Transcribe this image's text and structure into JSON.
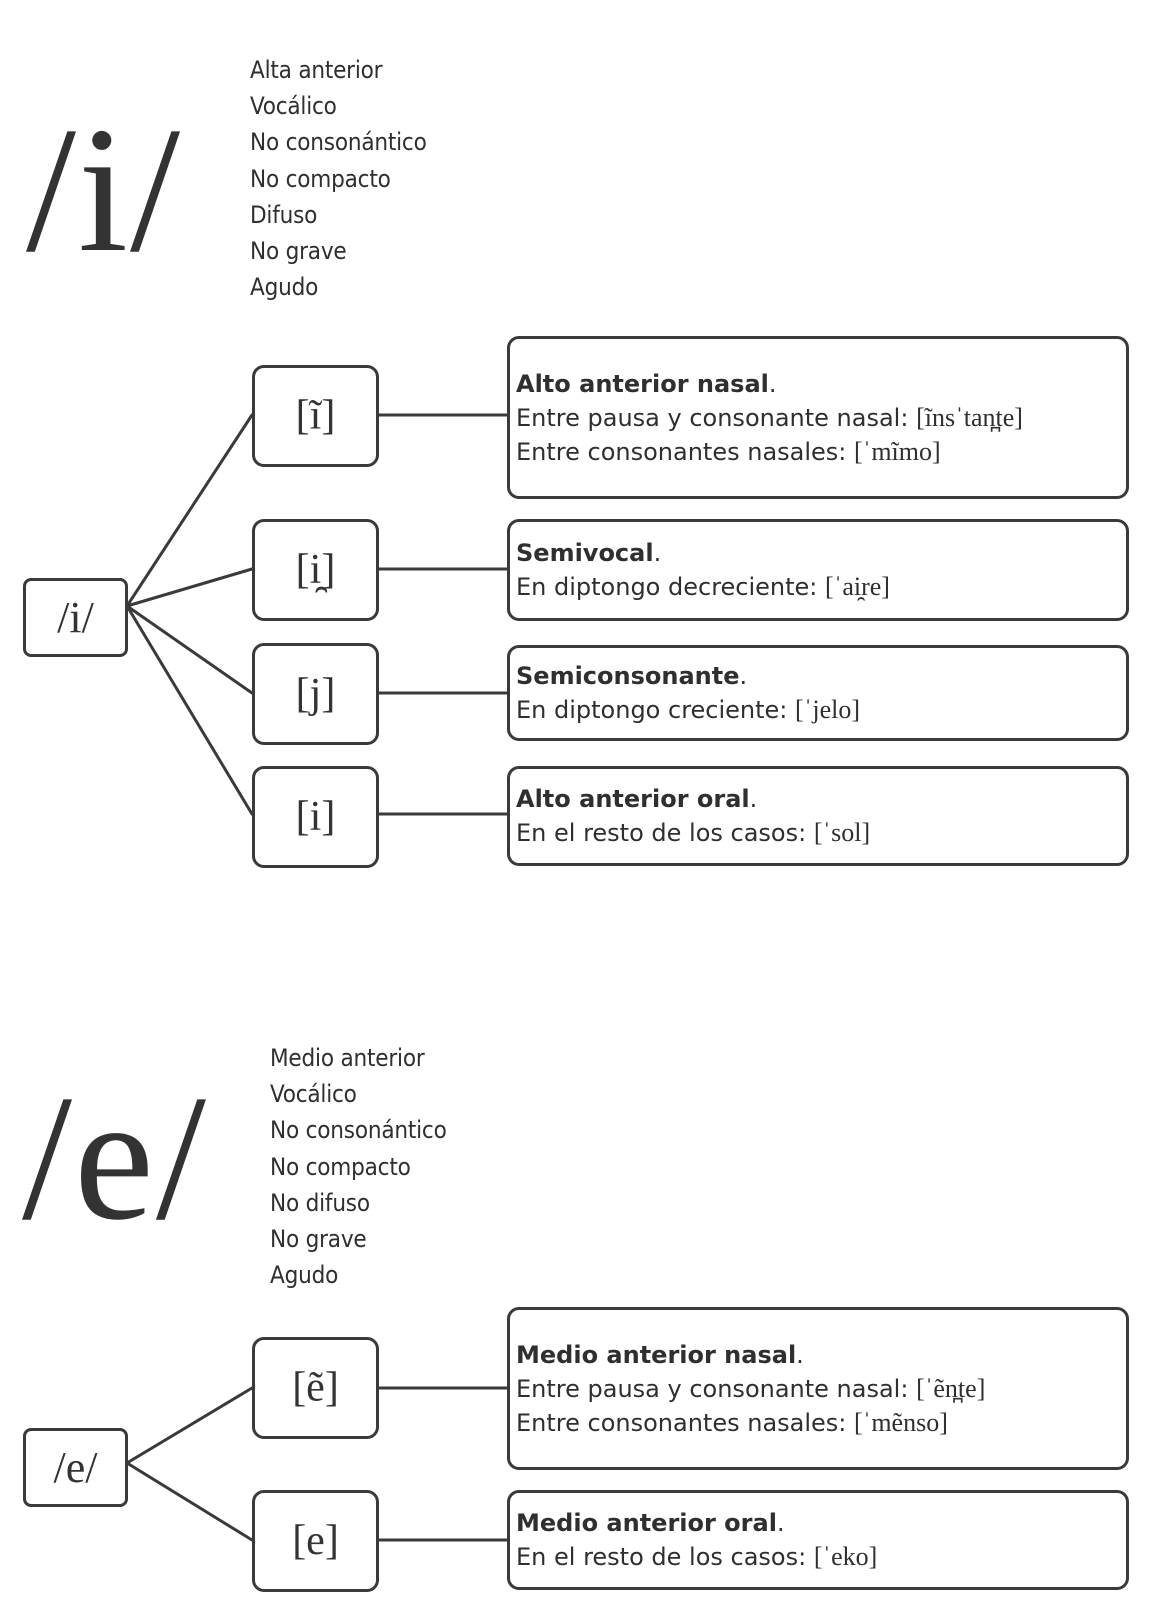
{
  "vowels": [
    {
      "id": "i",
      "symbol": "/i/",
      "features": [
        "Alta anterior",
        "Vocálico",
        "No consonántico",
        "No compacto",
        "Difuso",
        "No grave",
        "Agudo"
      ],
      "phoneme_label": "/i/",
      "allophones": [
        {
          "symbol": "[ĩ]",
          "head": "Alto anterior nasal",
          "lines": [
            {
              "text": "Entre pausa y consonante nasal: ",
              "ipa": "[ĩnsˈtan̪te]"
            },
            {
              "text": "Entre consonantes nasales: ",
              "ipa": "[ˈmĩmo]"
            }
          ]
        },
        {
          "symbol": "[i̯]",
          "head": "Semivocal",
          "lines": [
            {
              "text": "En diptongo decreciente: ",
              "ipa": "[ˈai̯re]"
            }
          ]
        },
        {
          "symbol": "[j]",
          "head": "Semiconsonante",
          "lines": [
            {
              "text": "En diptongo creciente: ",
              "ipa": "[ˈjelo]"
            }
          ]
        },
        {
          "symbol": "[i]",
          "head": "Alto anterior oral",
          "lines": [
            {
              "text": "En el resto de los casos: ",
              "ipa": "[ˈsol]"
            }
          ]
        }
      ]
    },
    {
      "id": "e",
      "symbol": "/e/",
      "features": [
        "Medio anterior",
        "Vocálico",
        "No consonántico",
        "No compacto",
        "No difuso",
        "No grave",
        "Agudo"
      ],
      "phoneme_label": "/e/",
      "allophones": [
        {
          "symbol": "[ẽ]",
          "head": "Medio anterior nasal",
          "lines": [
            {
              "text": "Entre pausa y consonante nasal: ",
              "ipa": "[ˈẽn̪te]"
            },
            {
              "text": "Entre consonantes nasales: ",
              "ipa": "[ˈmẽnso]"
            }
          ]
        },
        {
          "symbol": "[e]",
          "head": "Medio anterior oral",
          "lines": [
            {
              "text": "En el resto de los casos: ",
              "ipa": "[ˈeko]"
            }
          ]
        }
      ]
    }
  ]
}
